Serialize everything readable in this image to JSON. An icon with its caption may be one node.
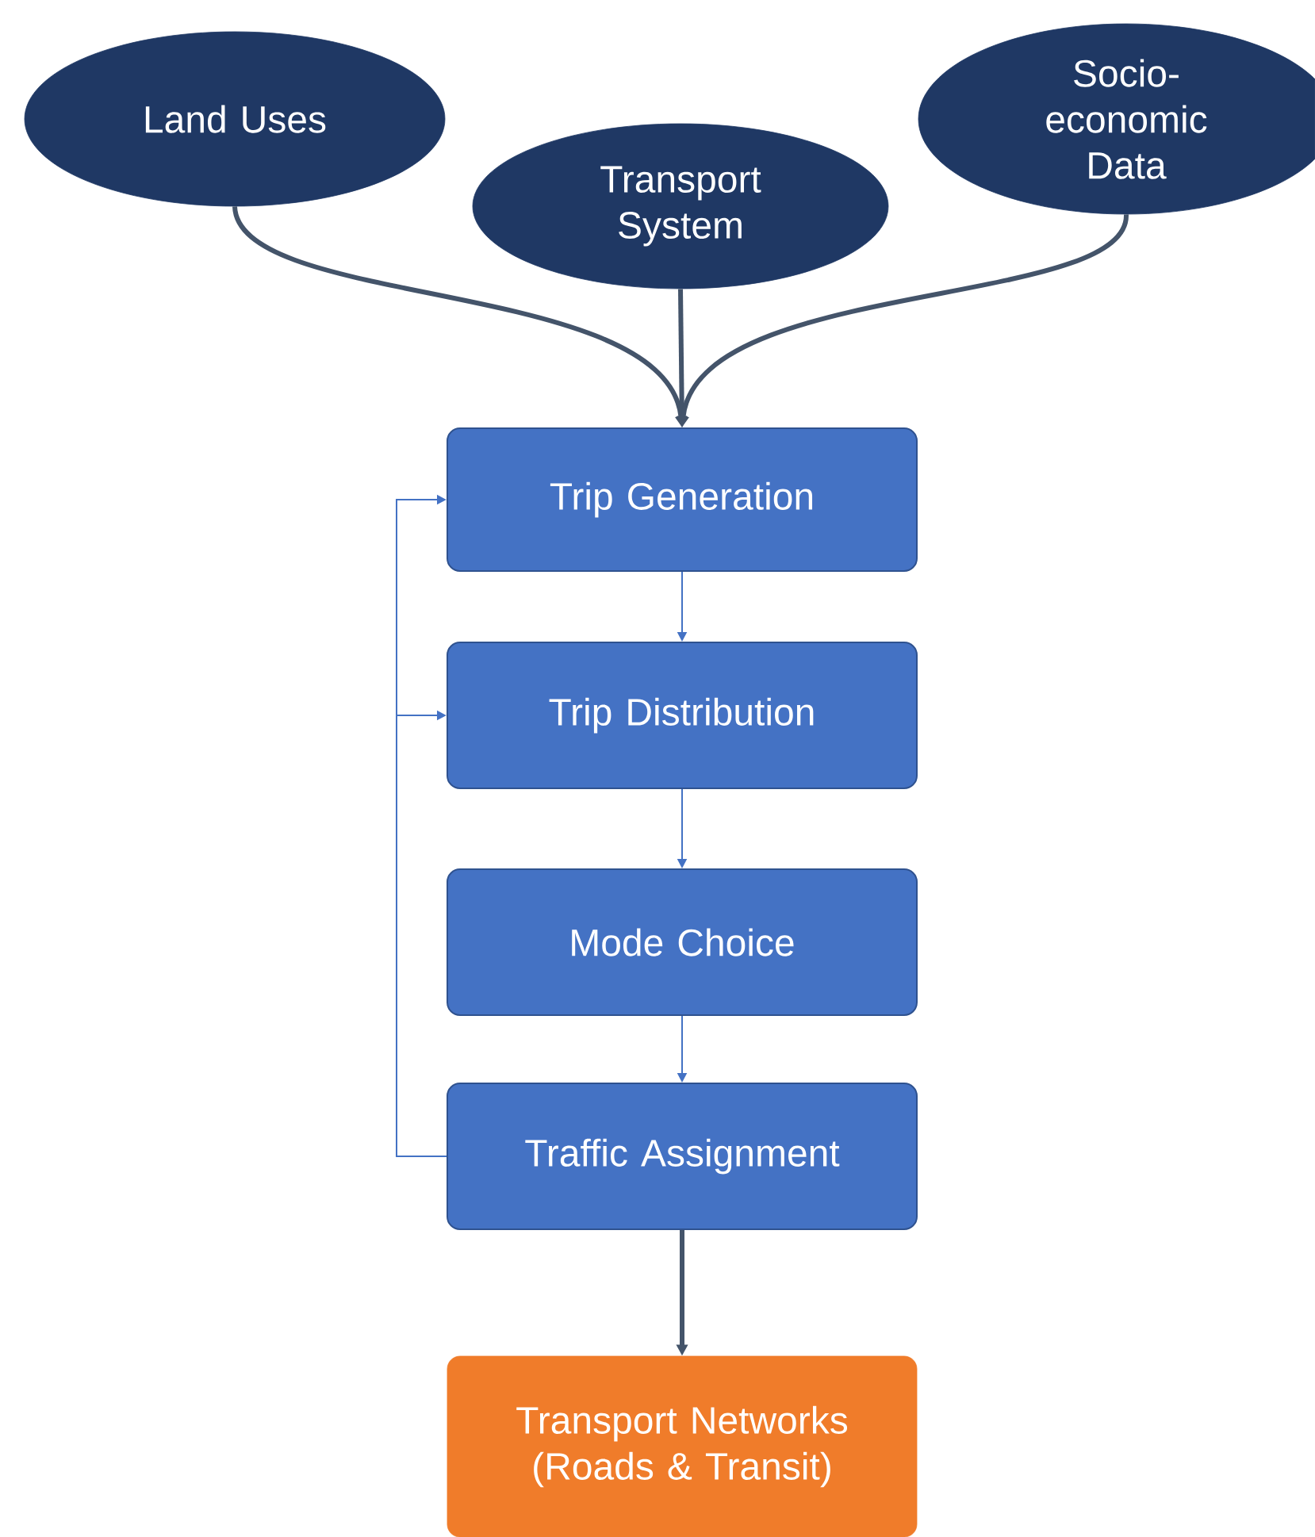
{
  "diagram": {
    "nodes": [
      {
        "text": [
          "Land Uses"
        ]
      },
      {
        "text": [
          "Transport System"
        ]
      },
      {
        "text": [
          "Socio-economic Data"
        ]
      },
      {
        "text": [
          "Trip Generation"
        ]
      },
      {
        "text": [
          "Trip Distribution"
        ]
      },
      {
        "text": [
          "Mode Choice"
        ]
      },
      {
        "text": [
          "Traffic Assignment"
        ]
      },
      {
        "text": [
          "Transport Networks (Roads & Transit)"
        ]
      }
    ],
    "edges": [
      {
        "from": 0,
        "to": 3,
        "arrow": "to",
        "style": "thick",
        "color": "#44546a"
      },
      {
        "from": 1,
        "to": 3,
        "arrow": "to",
        "style": "thick",
        "color": "#44546a"
      },
      {
        "from": 2,
        "to": 3,
        "arrow": "to",
        "style": "thick",
        "color": "#44546a"
      },
      {
        "from": 3,
        "to": 4,
        "arrow": "to"
      },
      {
        "from": 4,
        "to": 5,
        "arrow": "to"
      },
      {
        "from": 5,
        "to": 6,
        "arrow": "to"
      },
      {
        "from": 6,
        "to": 3,
        "arrow": "to"
      },
      {
        "from": 6,
        "to": 4,
        "arrow": "to"
      },
      {
        "from": 6,
        "to": 7,
        "arrow": "to",
        "style": "thick",
        "color": "#44546a"
      }
    ]
  }
}
